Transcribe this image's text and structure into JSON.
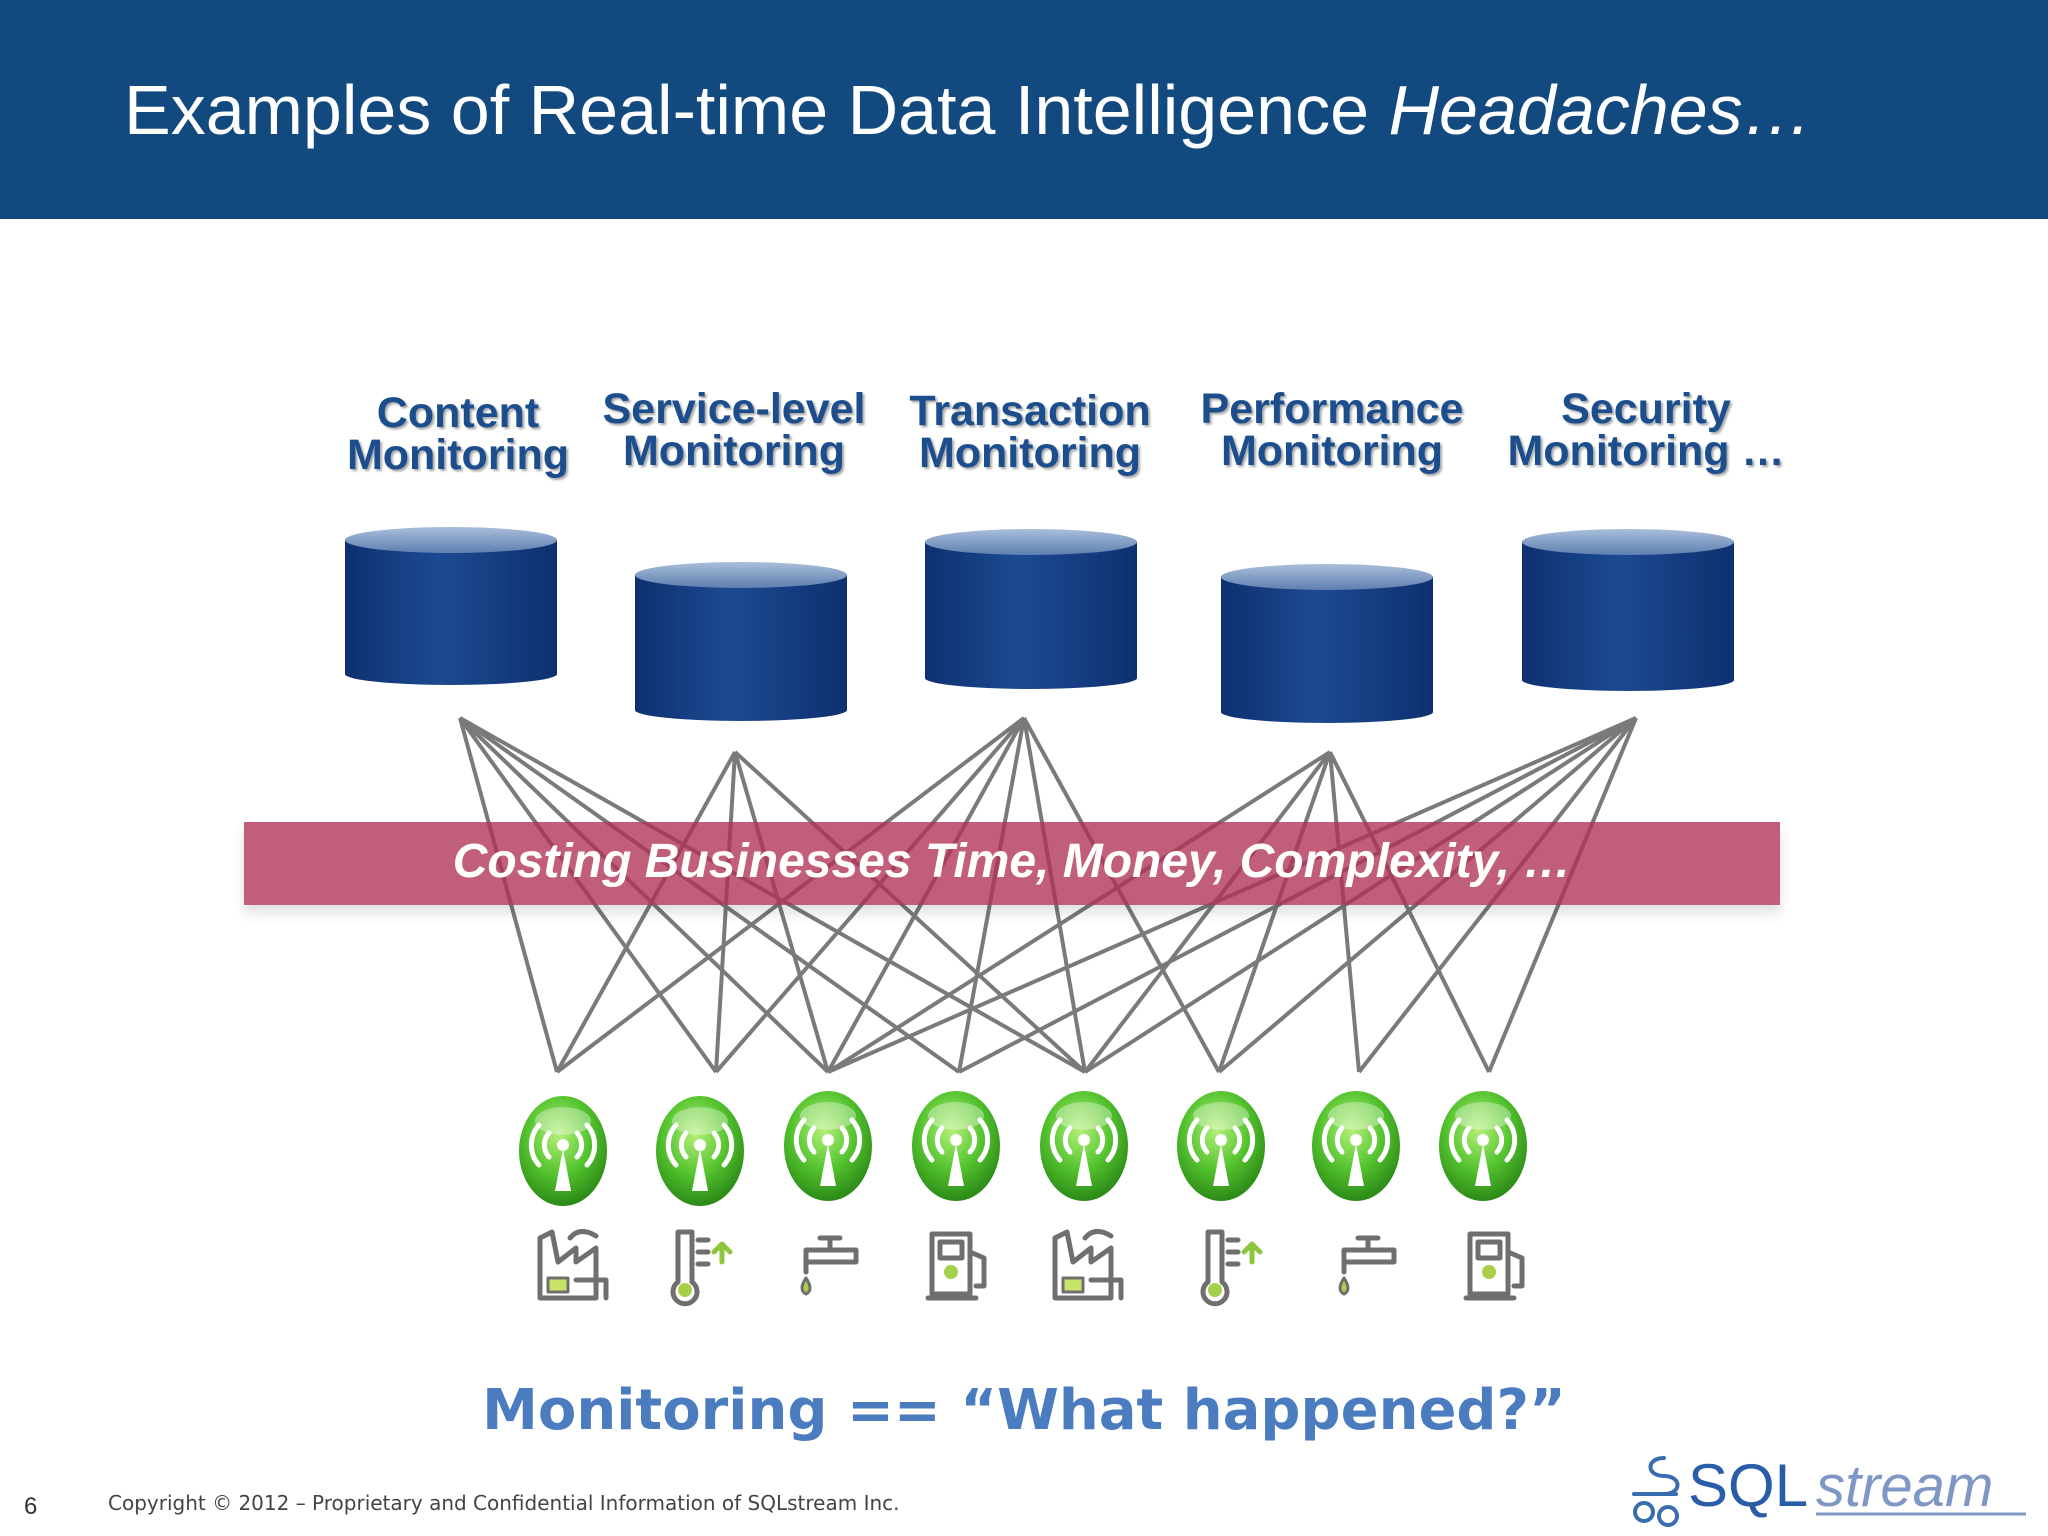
{
  "header": {
    "title_main": "Examples of Real-time Data Intelligence ",
    "title_emphasis": "Headaches…"
  },
  "monitors": [
    {
      "line1": "Content",
      "line2": "Monitoring"
    },
    {
      "line1": "Service-level",
      "line2": "Monitoring"
    },
    {
      "line1": "Transaction",
      "line2": "Monitoring"
    },
    {
      "line1": "Performance",
      "line2": "Monitoring"
    },
    {
      "line1": "Security",
      "line2": "Monitoring …"
    }
  ],
  "banner": {
    "text": "Costing Businesses Time, Money, Complexity, …"
  },
  "sensors": [
    "factory-icon",
    "thermometer-icon",
    "faucet-icon",
    "fuel-pump-icon",
    "factory-icon",
    "thermometer-icon",
    "faucet-icon",
    "fuel-pump-icon"
  ],
  "tagline": "Monitoring == “What happened?”",
  "footer": {
    "page_number": "6",
    "copyright": "Copyright © 2012 – Proprietary and Confidential Information of SQLstream Inc.",
    "logo_text_a": "SQL",
    "logo_text_b": "stream"
  },
  "colors": {
    "header": "#124a80",
    "database": "#123d80",
    "banner": "#af3255",
    "sensor": "#5cc73a",
    "tagline": "#4a7cbf",
    "lines": "#777777"
  }
}
